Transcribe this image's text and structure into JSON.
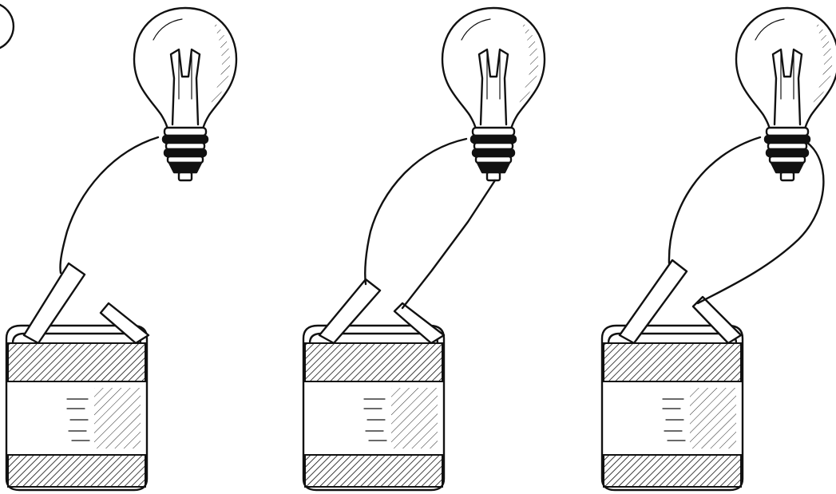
{
  "panels": [
    {
      "id": "panel-1",
      "circuit": "one-wire"
    },
    {
      "id": "panel-2",
      "circuit": "two-wires-bottom-contact"
    },
    {
      "id": "panel-3",
      "circuit": "two-wires-side-contact"
    }
  ],
  "colors": {
    "ink": "#111111",
    "paper": "#ffffff"
  },
  "icons": [
    "light-bulb-icon",
    "battery-icon",
    "wire-icon",
    "battery-terminal-icon"
  ]
}
